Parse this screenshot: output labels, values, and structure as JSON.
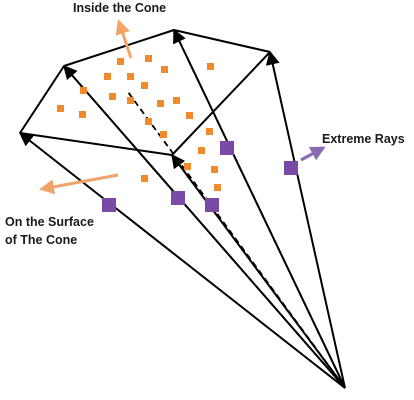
{
  "labels": {
    "inside": "Inside the Cone",
    "surface_line1": "On the Surface",
    "surface_line2": "of The Cone",
    "extreme": "Extreme Rays"
  },
  "colors": {
    "edge": "#000000",
    "interior_point": "#f08a2a",
    "surface_point": "#7a4aa5",
    "inside_arrow": "#f0a46a",
    "surface_arrow": "#f0a46a",
    "extreme_arrow": "#8a6ab0"
  }
}
